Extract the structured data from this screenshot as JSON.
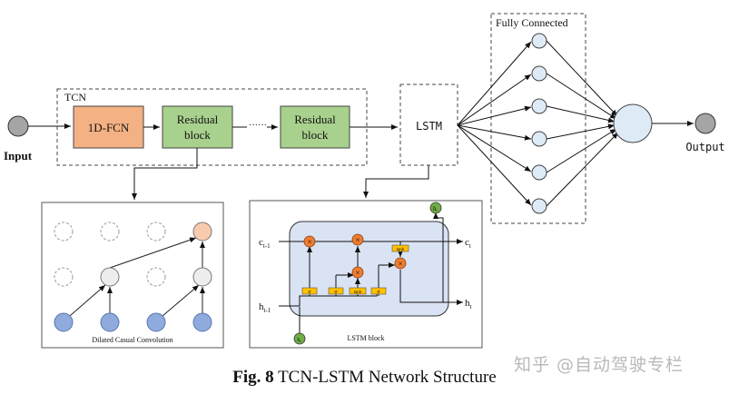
{
  "labels": {
    "input": "Input",
    "output": "Output",
    "tcn": "TCN",
    "fcn": "1D-FCN",
    "residual_line1": "Residual",
    "residual_line2": "block",
    "ellipsis": "······",
    "lstm": "LSTM",
    "fully_connected": "Fully Connected",
    "dilated": "Dilated Casual Convolution",
    "lstm_block": "LSTM block",
    "c_prev": "c",
    "c_prev_sub": "t-1",
    "h_prev": "h",
    "h_prev_sub": "t-1",
    "c_t": "c",
    "c_t_sub": "t",
    "h_t": "h",
    "h_t_sub": "t",
    "x_t": "x",
    "x_t_sub": "t",
    "h_top": "h",
    "h_top_sub": "t",
    "sigma": "σ",
    "tanh": "tanh",
    "times": "×"
  },
  "caption": {
    "prefix": "Fig. 8",
    "text": " TCN-LSTM Network Structure"
  },
  "watermark": "知乎 @自动驾驶专栏",
  "colors": {
    "fcn_fill": "#f4b183",
    "residual_fill": "#a9d18e",
    "node_fill": "#deebf7",
    "node_grey": "#a5a5a5",
    "dilated_blue": "#8faadc",
    "dilated_orange": "#f8cbad",
    "lstm_bg": "#dae3f3",
    "gate_orange": "#ed7d31",
    "gate_yellow": "#ffc000",
    "x_green": "#70ad47"
  }
}
